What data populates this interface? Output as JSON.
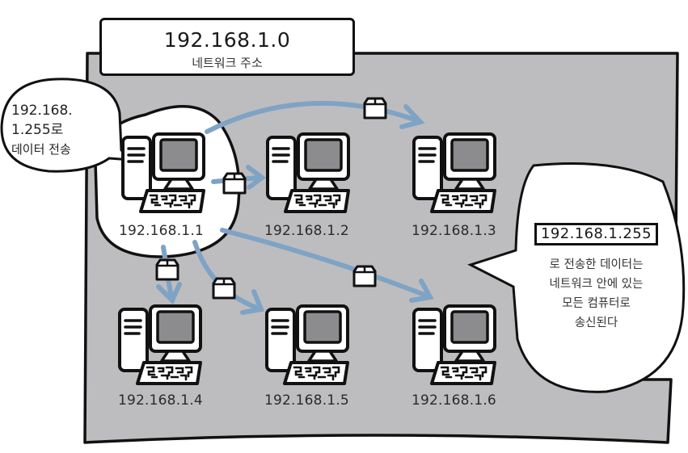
{
  "network": {
    "address": "192.168.1.0",
    "label": "네트워크 주소",
    "background_color": "#bdbdbf",
    "arrow_color": "#7fa3c4"
  },
  "sender_bubble": {
    "line1": "192.168.",
    "line2": "1.255로",
    "line3": "데이터 전송"
  },
  "computers": [
    {
      "ip": "192.168.1.1",
      "role": "sender"
    },
    {
      "ip": "192.168.1.2",
      "role": "receiver"
    },
    {
      "ip": "192.168.1.3",
      "role": "receiver"
    },
    {
      "ip": "192.168.1.4",
      "role": "receiver"
    },
    {
      "ip": "192.168.1.5",
      "role": "receiver"
    },
    {
      "ip": "192.168.1.6",
      "role": "receiver"
    }
  ],
  "broadcast_bubble": {
    "address": "192.168.1.255",
    "lines": [
      "로 전송한 데이터는",
      "네트워크 안에 있는",
      "모든 컴퓨터로",
      "송신된다"
    ]
  },
  "icons": {
    "computer": "desktop-computer-icon",
    "packet": "packet-box-icon",
    "arrow": "arrow-icon"
  }
}
